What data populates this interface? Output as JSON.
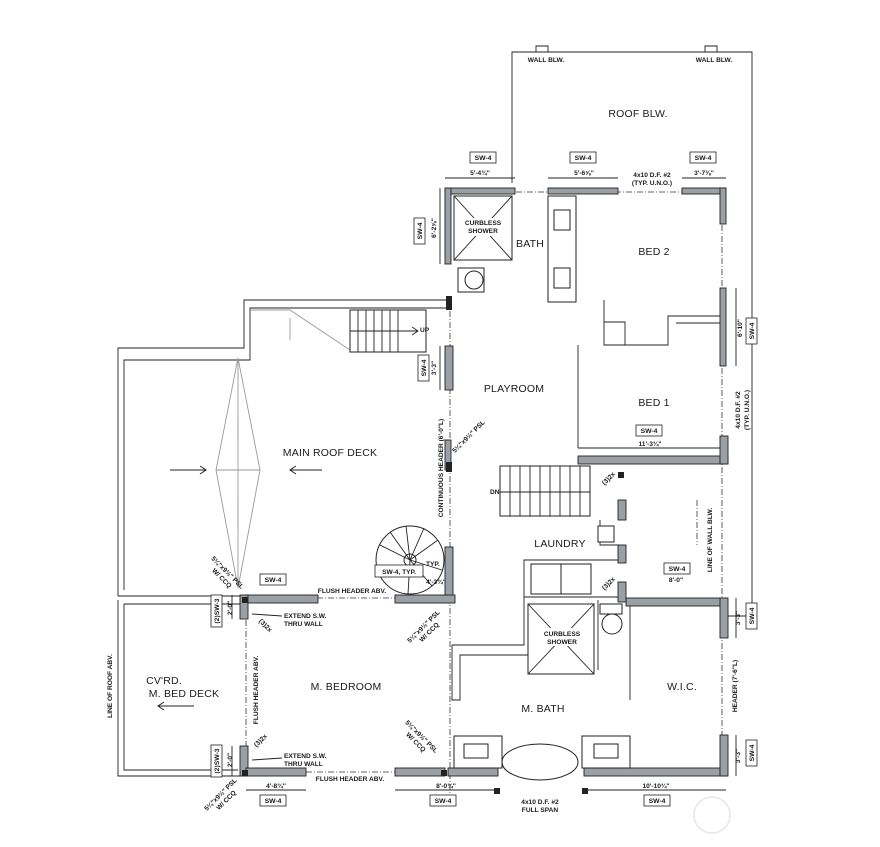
{
  "rooms": {
    "roof_below": "ROOF BLW.",
    "bath": "BATH",
    "bed2": "BED 2",
    "bed1": "BED 1",
    "playroom": "PLAYROOM",
    "main_roof_deck": "MAIN ROOF DECK",
    "laundry": "LAUNDRY",
    "covered_deck_line1": "CV'RD.",
    "covered_deck_line2": "M. BED DECK",
    "master_bedroom": "M. BEDROOM",
    "master_bath": "M. BATH",
    "wic": "W.I.C."
  },
  "fixtures": {
    "shower_top_1": "CURBLESS",
    "shower_top_2": "SHOWER",
    "shower_bottom_1": "CURBLESS",
    "shower_bottom_2": "SHOWER"
  },
  "stairs": {
    "up": "UP",
    "down": "DN"
  },
  "notes": {
    "wall_below_left": "WALL BLW.",
    "wall_below_right": "WALL BLW.",
    "header_typ_top_1": "4x10 D.F. #2",
    "header_typ_top_2": "(TYP. U.N.O.)",
    "header_typ_right_1": "4x10 D.F. #2",
    "header_typ_right_2": "(TYP. U.N.O.)",
    "continuous_header": "CONTINUOUS HEADER (6'-0\"L)",
    "psl_1": "5¼\"x9½\" PSL",
    "psl_2a": "5¼\"x9½\" PSL",
    "psl_2b": "W/ CCQ",
    "psl_3a": "5¼\"x9½\" PSL",
    "psl_3b": "W/ CCQ",
    "psl_4a": "5¼\"x9½\" PSL",
    "psl_4b": "W/ CCQ",
    "psl_5a": "5¼\"x9½\" PSL",
    "psl_5b": "W/ CCQ",
    "flush_header_top": "FLUSH HEADER ABV.",
    "flush_header_bottom": "FLUSH HEADER ABV.",
    "flush_header_vert": "FLUSH HEADER ABV.",
    "extend_top_1": "EXTEND S.W.",
    "extend_top_2": "THRU WALL",
    "extend_bottom_1": "EXTEND S.W.",
    "extend_bottom_2": "THRU WALL",
    "line_of_roof": "LINE OF ROOF ABV.",
    "line_of_wall": "LINE OF WALL BLW.",
    "header_right": "HEADER (7'-6\"L)",
    "full_span_1": "4x10 D.F. #2",
    "full_span_2": "FULL SPAN",
    "sw4_typ": "SW-4, TYP.",
    "typ": "TYP.",
    "hold_1": "(3)2x",
    "hold_2": "(3)2x",
    "hold_3": "(3)2x",
    "hold_4": "(3)2x"
  },
  "tags": {
    "t1": "SW-4",
    "t2": "SW-4",
    "t3": "SW-4",
    "t4": "SW-4",
    "t5": "SW-4",
    "t6": "SW-4",
    "t7": "SW-4",
    "t8": "SW-4",
    "t9": "SW-4",
    "t10": "SW-4",
    "t11": "SW-4",
    "t12": "SW-4",
    "t13": "SW-4",
    "t14": "SW-4",
    "t15": "(2)SW-3",
    "t16": "(2)SW-3"
  },
  "dimensions": {
    "d1": "5'-4¾\"",
    "d2": "5'-6⅝\"",
    "d3": "3'-7⅜\"",
    "d4": "6'-2⅝\"",
    "d5": "3'-3\"",
    "d6": "6'-10\"",
    "d7": "11'-3¾\"",
    "d8": "4'-3¾\"",
    "d9": "8'-0\"",
    "d10": "2'-0\"",
    "d11": "3'-3\"",
    "d12": "3'-3\"",
    "d13": "2'-0\"",
    "d14": "4'-8¾\"",
    "d15": "8'-0¾\"",
    "d16": "10'-10¾\""
  }
}
